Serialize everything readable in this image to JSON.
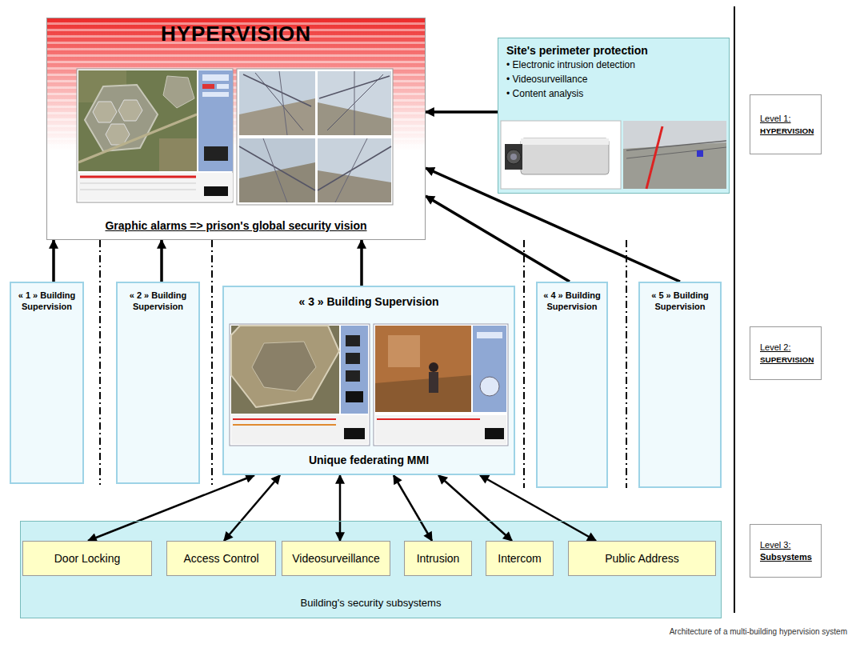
{
  "diagram": {
    "caption": "Architecture of a multi-building hypervision system",
    "nodes": [
      {
        "text": [
          "HYPERVISION",
          "Graphic alarms => prison's global security vision"
        ]
      },
      {
        "text": [
          "Site's perimeter protection",
          "• Electronic intrusion detection",
          "• Videosurveillance",
          "• Content analysis"
        ]
      },
      {
        "text": [
          "Level 1:",
          "HYPERVISION"
        ]
      },
      {
        "text": [
          "« 1 » Building Supervision"
        ]
      },
      {
        "text": [
          "« 2 » Building Supervision"
        ]
      },
      {
        "text": [
          "« 3 » Building Supervision",
          "Unique federating MMI"
        ]
      },
      {
        "text": [
          "« 4 » Building Supervision"
        ]
      },
      {
        "text": [
          "« 5 » Building Supervision"
        ]
      },
      {
        "text": [
          "Level 2:",
          "SUPERVISION"
        ]
      },
      {
        "text": [
          "Building's security subsystems"
        ]
      },
      {
        "text": [
          "Door Locking"
        ],
        "in": 9
      },
      {
        "text": [
          "Access Control"
        ],
        "in": 9
      },
      {
        "text": [
          "Videosurveillance"
        ],
        "in": 9
      },
      {
        "text": [
          "Intrusion"
        ],
        "in": 9
      },
      {
        "text": [
          "Intercom"
        ],
        "in": 9
      },
      {
        "text": [
          "Public Address"
        ],
        "in": 9
      },
      {
        "text": [
          "Level 3:",
          "Subsystems"
        ]
      }
    ],
    "edges": [
      {
        "from": 1,
        "to": 0,
        "arrow": "to"
      },
      {
        "from": 3,
        "to": 0,
        "arrow": "to"
      },
      {
        "from": 4,
        "to": 0,
        "arrow": "to"
      },
      {
        "from": 5,
        "to": 0,
        "arrow": "to"
      },
      {
        "from": 6,
        "to": 0,
        "arrow": "to"
      },
      {
        "from": 7,
        "to": 0,
        "arrow": "to"
      },
      {
        "from": 5,
        "to": 10,
        "arrow": "both"
      },
      {
        "from": 5,
        "to": 11,
        "arrow": "both"
      },
      {
        "from": 5,
        "to": 12,
        "arrow": "both"
      },
      {
        "from": 5,
        "to": 13,
        "arrow": "both"
      },
      {
        "from": 5,
        "to": 14,
        "arrow": "both"
      },
      {
        "from": 5,
        "to": 15,
        "arrow": "both"
      }
    ]
  }
}
